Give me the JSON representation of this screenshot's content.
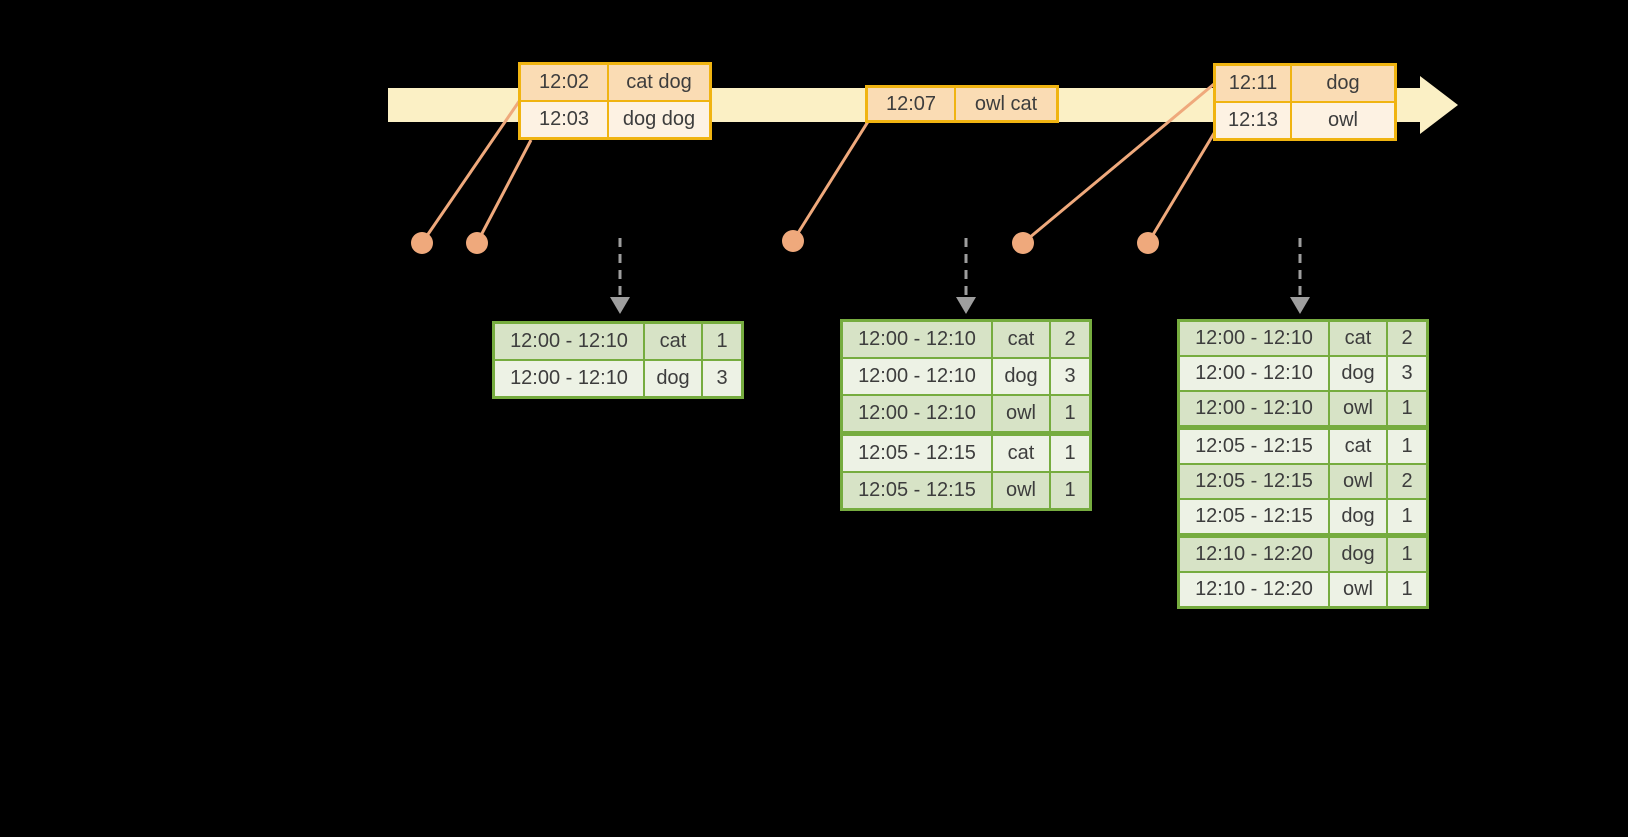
{
  "colors": {
    "background": "#000000",
    "timeline_band": "#FBF0C5",
    "event_table_border": "#F0B411",
    "event_row_dark": "#FADCB4",
    "event_row_light": "#FDF2E3",
    "connector": "#EFA97C",
    "result_table_border": "#76AC3F",
    "result_row_dark": "#D7E3C6",
    "result_row_light": "#EDF2E5",
    "trigger_arrow": "#9E9E9E",
    "table_text": "#3D3D3D"
  },
  "event_tables": [
    {
      "rows": [
        {
          "time": "12:02",
          "value": "cat dog"
        },
        {
          "time": "12:03",
          "value": "dog dog"
        }
      ]
    },
    {
      "rows": [
        {
          "time": "12:07",
          "value": "owl cat"
        }
      ]
    },
    {
      "rows": [
        {
          "time": "12:11",
          "value": "dog"
        },
        {
          "time": "12:13",
          "value": "owl"
        }
      ]
    }
  ],
  "result_tables": [
    {
      "rows": [
        {
          "window": "12:00 - 12:10",
          "word": "cat",
          "count": 1,
          "group": 0
        },
        {
          "window": "12:00 - 12:10",
          "word": "dog",
          "count": 3,
          "group": 0
        }
      ]
    },
    {
      "rows": [
        {
          "window": "12:00 - 12:10",
          "word": "cat",
          "count": 2,
          "group": 0
        },
        {
          "window": "12:00 - 12:10",
          "word": "dog",
          "count": 3,
          "group": 0
        },
        {
          "window": "12:00 - 12:10",
          "word": "owl",
          "count": 1,
          "group": 0
        },
        {
          "window": "12:05 - 12:15",
          "word": "cat",
          "count": 1,
          "group": 1
        },
        {
          "window": "12:05 - 12:15",
          "word": "owl",
          "count": 1,
          "group": 1
        }
      ]
    },
    {
      "rows": [
        {
          "window": "12:00 - 12:10",
          "word": "cat",
          "count": 2,
          "group": 0
        },
        {
          "window": "12:00 - 12:10",
          "word": "dog",
          "count": 3,
          "group": 0
        },
        {
          "window": "12:00 - 12:10",
          "word": "owl",
          "count": 1,
          "group": 0
        },
        {
          "window": "12:05 - 12:15",
          "word": "cat",
          "count": 1,
          "group": 1
        },
        {
          "window": "12:05 - 12:15",
          "word": "owl",
          "count": 2,
          "group": 1
        },
        {
          "window": "12:05 - 12:15",
          "word": "dog",
          "count": 1,
          "group": 1
        },
        {
          "window": "12:10 - 12:20",
          "word": "dog",
          "count": 1,
          "group": 2
        },
        {
          "window": "12:10 - 12:20",
          "word": "owl",
          "count": 1,
          "group": 2
        }
      ]
    }
  ]
}
